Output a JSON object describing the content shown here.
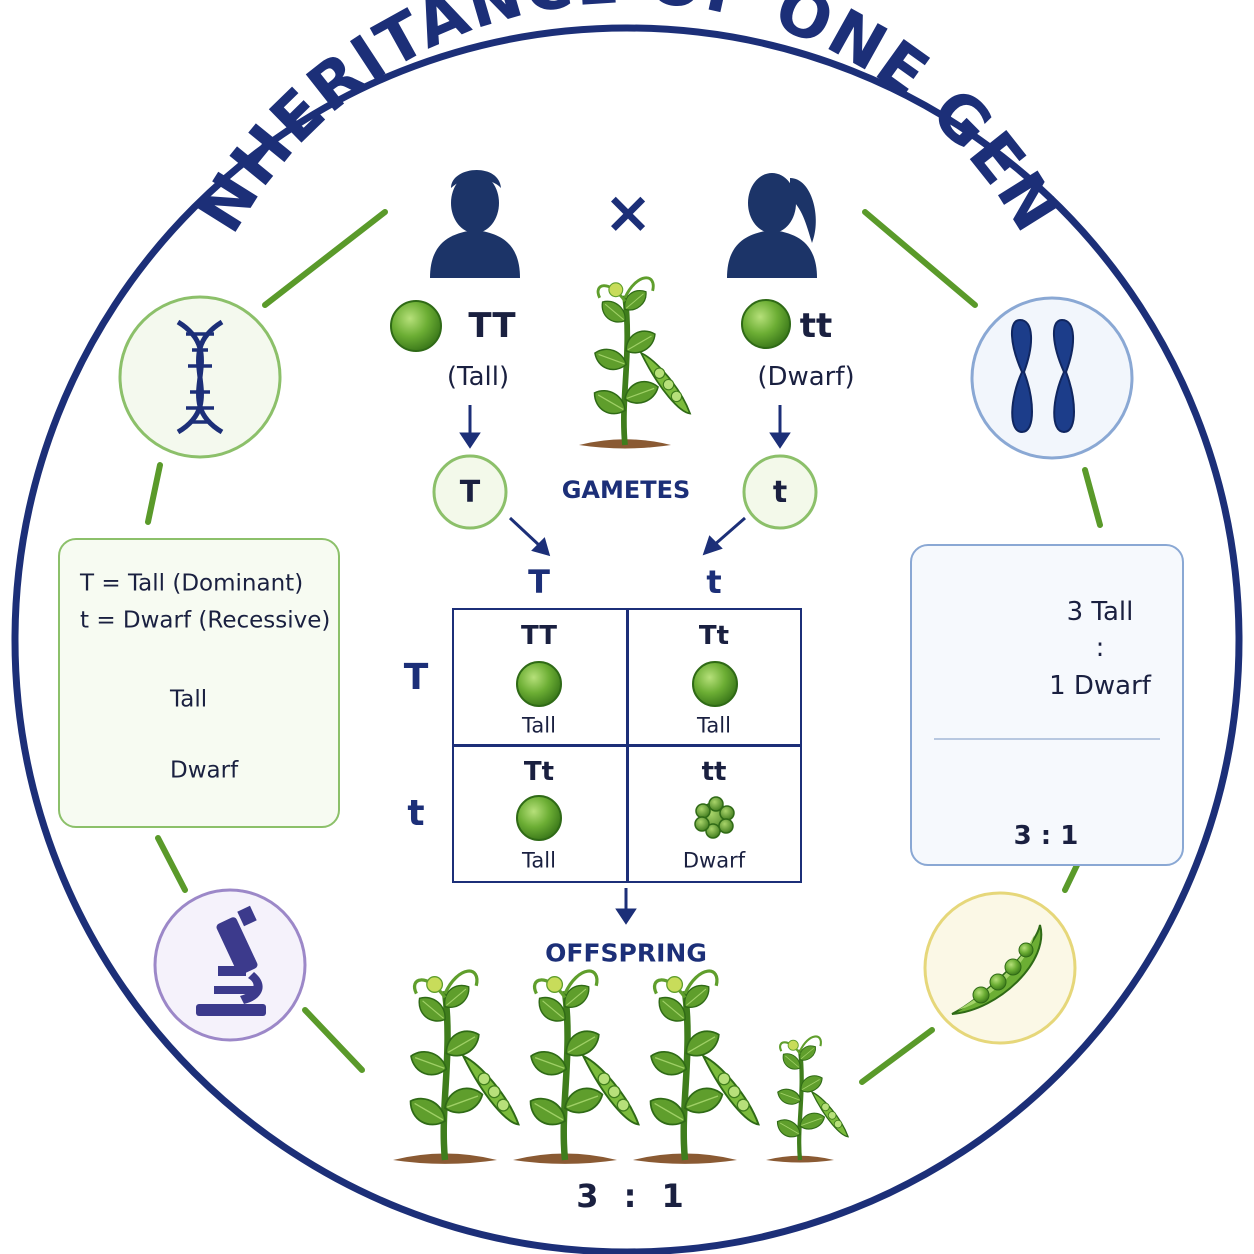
{
  "title": "INHERITANCE OF ONE GENE",
  "cross_symbol": "×",
  "parents": {
    "male": {
      "genotype": "TT",
      "phenotype": "(Tall)",
      "gamete": "T"
    },
    "female": {
      "genotype": "tt",
      "phenotype": "(Dwarf)",
      "gamete": "t"
    }
  },
  "gametes_label": "GAMETES",
  "legend": {
    "line1": "T = Tall (Dominant)",
    "line2": "t = Dwarf (Recessive)",
    "tall": "Tall",
    "dwarf": "Dwarf"
  },
  "punnett": {
    "col_headers": [
      "T",
      "t"
    ],
    "row_headers": [
      "T",
      "t"
    ],
    "cells": [
      {
        "genotype": "TT",
        "phenotype": "Tall"
      },
      {
        "genotype": "Tt",
        "phenotype": "Tall"
      },
      {
        "genotype": "Tt",
        "phenotype": "Tall"
      },
      {
        "genotype": "tt",
        "phenotype": "Dwarf"
      }
    ]
  },
  "ratio_box": {
    "line1": "3 Tall",
    "colon": ":",
    "line3": "1 Dwarf",
    "ratio": "3 : 1"
  },
  "offspring_label": "OFFSPRING",
  "offspring_ratio": "3 : 1",
  "colors": {
    "navy": "#1c2f78",
    "green": "#5a9a2a",
    "light_green": "#8cc06a",
    "blue_accent": "#8aa8d4",
    "purple_accent": "#9c88c8",
    "yellow_accent": "#e6d77a"
  },
  "icons": [
    "dna-icon",
    "chromosome-icon",
    "microscope-icon",
    "pea-pod-icon",
    "male-parent-icon",
    "female-parent-icon",
    "pea-plant-icon"
  ]
}
